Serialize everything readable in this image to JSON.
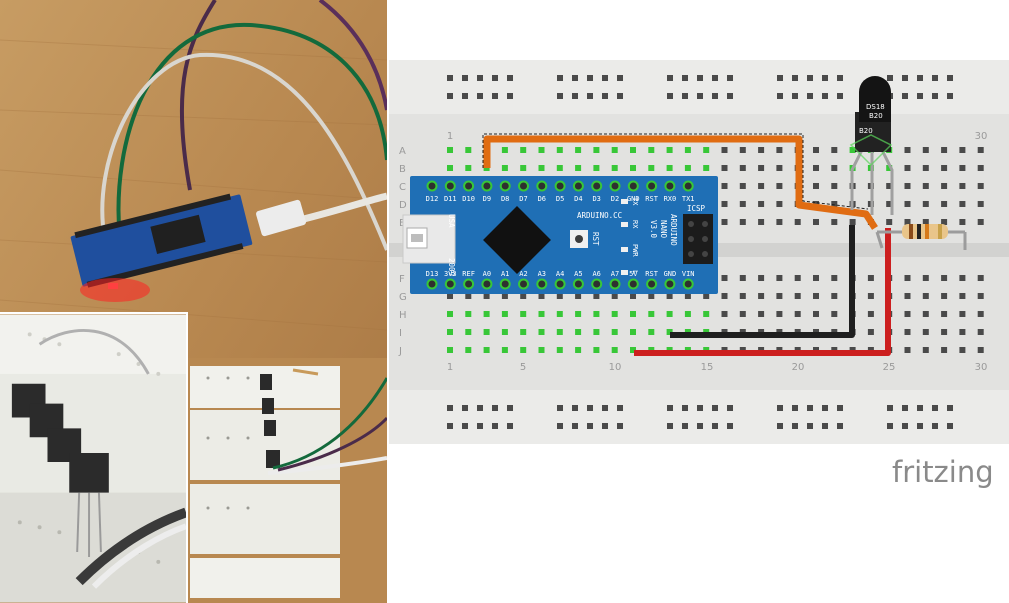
{
  "brand": {
    "text": "fritzing",
    "color": "#8a8a8a"
  },
  "breadboard": {
    "row_labels": [
      "A",
      "B",
      "C",
      "D",
      "E",
      "F",
      "G",
      "H",
      "I",
      "J"
    ],
    "col_labels_top": [
      "1",
      "30"
    ],
    "col_labels_bottom": [
      "1",
      "5",
      "10",
      "15",
      "20",
      "25",
      "30"
    ]
  },
  "arduino": {
    "model_lines": [
      "ARDUINO",
      "NANO",
      "V3.0"
    ],
    "origin": "USA",
    "year": "2009",
    "brand_cc": "ARDUINO.CC",
    "icsp": "ICSP",
    "rst": "RST",
    "top_pins": [
      "D12",
      "D11",
      "D10",
      "D9",
      "D8",
      "D7",
      "D6",
      "D5",
      "D4",
      "D3",
      "D2",
      "GND",
      "RST",
      "RX0",
      "TX1"
    ],
    "bottom_pins": [
      "D13",
      "3V3",
      "REF",
      "A0",
      "A1",
      "A2",
      "A3",
      "A4",
      "A5",
      "A6",
      "A7",
      "5V",
      "RST",
      "GND",
      "VIN"
    ],
    "led_labels": [
      "TX",
      "RX",
      "PWR",
      "L"
    ]
  },
  "sensor": {
    "label_lines": [
      "DS18",
      "B20"
    ],
    "label_lines_back": [
      "B20"
    ]
  },
  "wire_colors": {
    "data": "#e06c12",
    "ground": "#1f1f1f",
    "power": "#cc1f1f"
  }
}
